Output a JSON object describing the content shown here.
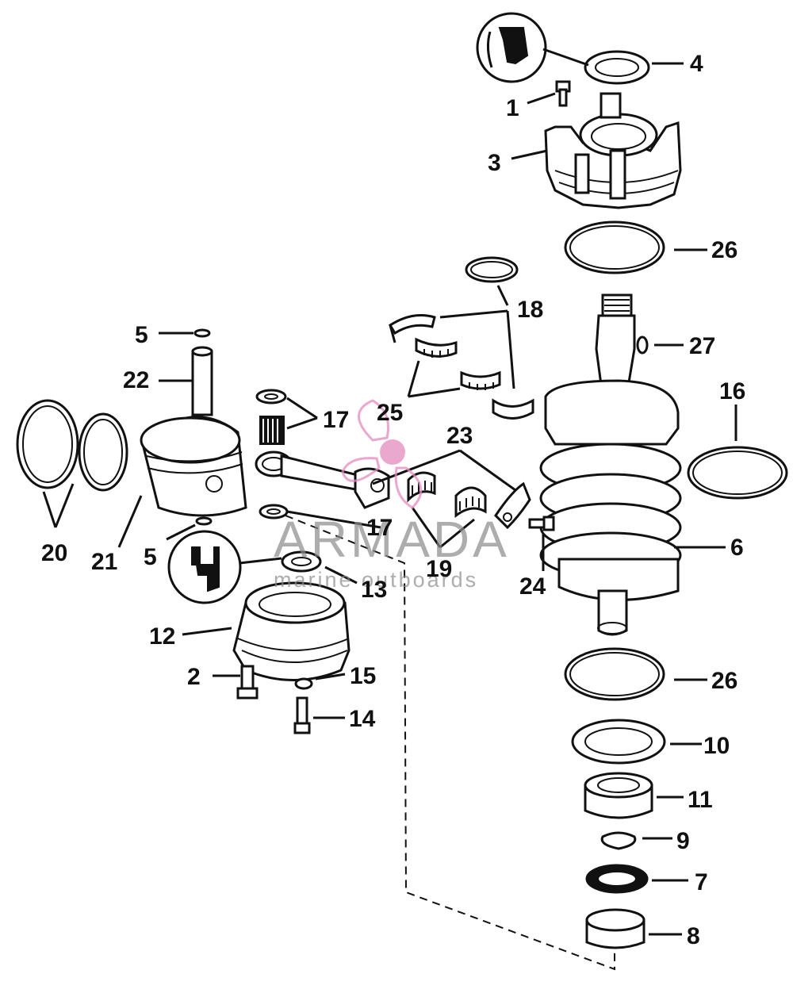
{
  "labels": {
    "p1": "1",
    "p2": "2",
    "p3": "3",
    "p4": "4",
    "p5a": "5",
    "p5b": "5",
    "p6": "6",
    "p7": "7",
    "p8": "8",
    "p9": "9",
    "p10": "10",
    "p11": "11",
    "p12": "12",
    "p13": "13",
    "p14": "14",
    "p15": "15",
    "p16": "16",
    "p17a": "17",
    "p17b": "17",
    "p18": "18",
    "p19": "19",
    "p20": "20",
    "p21": "21",
    "p22": "22",
    "p23": "23",
    "p24": "24",
    "p25": "25",
    "p26a": "26",
    "p26b": "26",
    "p27": "27"
  },
  "watermark": {
    "title": "ARMADA",
    "subtitle": "marine outboards",
    "logo_color": "#e58bc0"
  }
}
